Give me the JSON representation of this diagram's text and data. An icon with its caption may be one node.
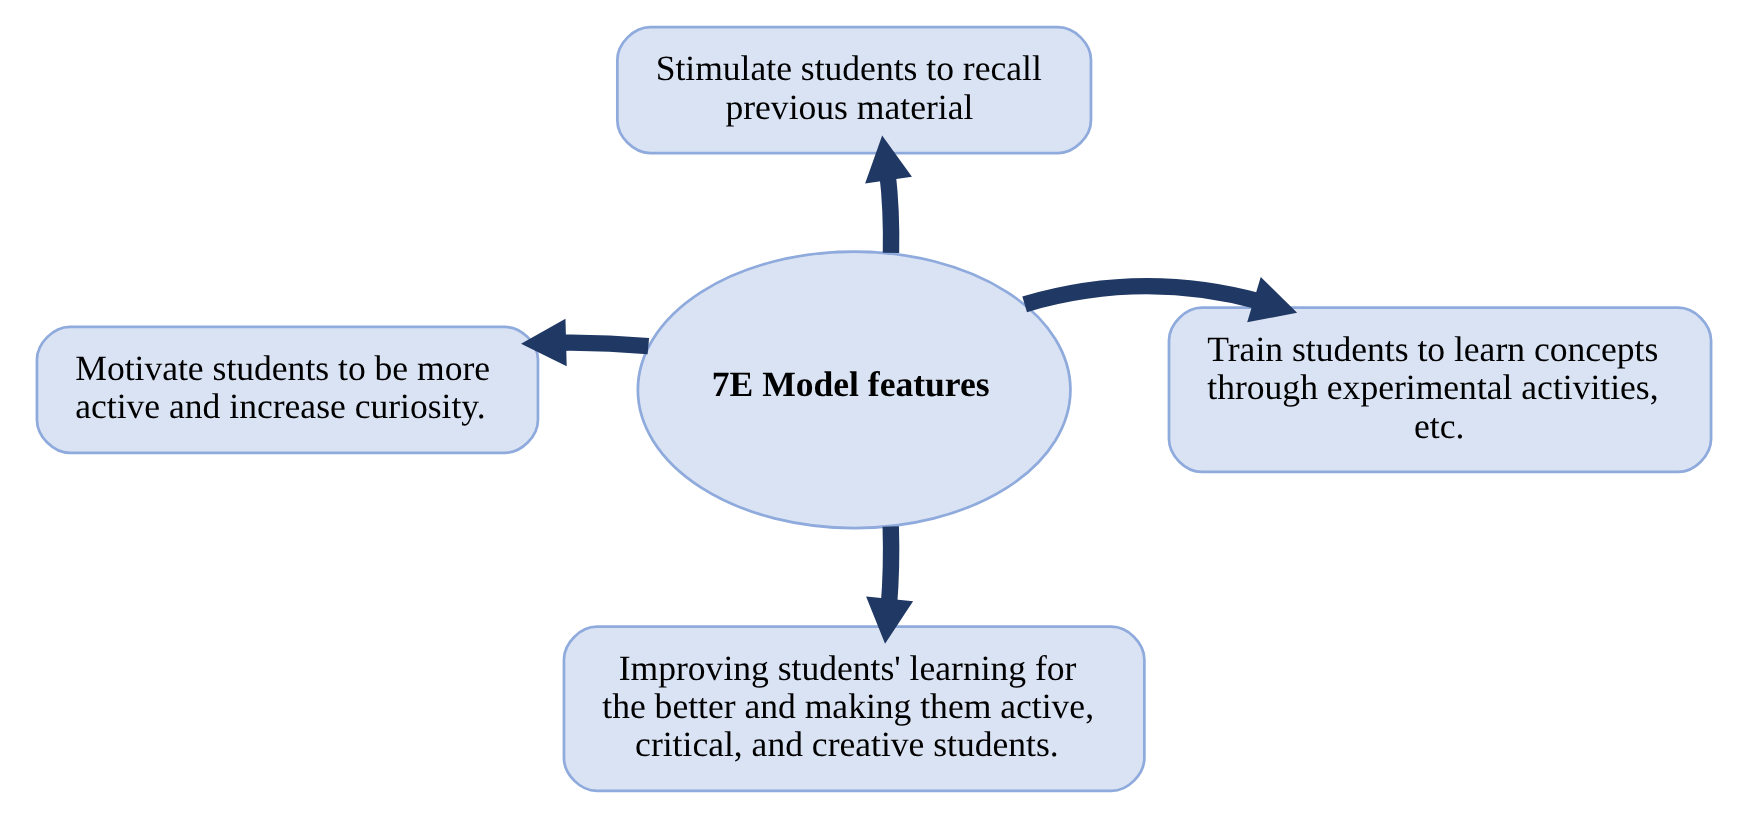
{
  "diagram": {
    "nodes": [
      {
        "text": [
          "7E Model features"
        ]
      },
      {
        "text": [
          "Stimulate students to recall previous material"
        ]
      },
      {
        "text": [
          "Motivate students to be more active and increase curiosity."
        ]
      },
      {
        "text": [
          "Train students to learn concepts through experimental activities, etc."
        ]
      },
      {
        "text": [
          "Improving students' learning for the better and making them active, critical, and creative students."
        ]
      }
    ],
    "edges": [
      {
        "from": 0,
        "to": 1,
        "arrow": "to"
      },
      {
        "from": 0,
        "to": 2,
        "arrow": "to"
      },
      {
        "from": 0,
        "to": 3,
        "arrow": "to"
      },
      {
        "from": 0,
        "to": 4,
        "arrow": "to"
      }
    ]
  }
}
